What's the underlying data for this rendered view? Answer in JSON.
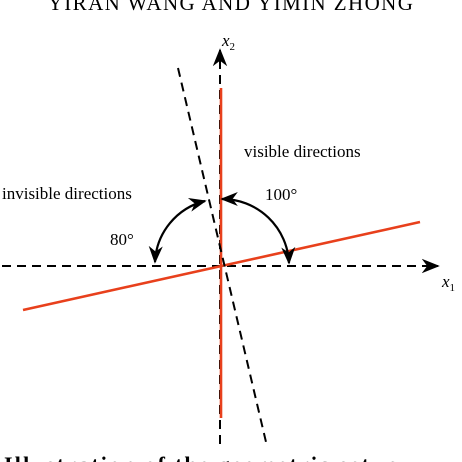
{
  "header": {
    "running_head": "YIRAN WANG AND YIMIN ZHONG"
  },
  "figure": {
    "axis_x_label": "x",
    "axis_x_sub": "1",
    "axis_y_label": "x",
    "axis_y_sub": "2",
    "visible_label": "visible directions",
    "invisible_label": "invisible directions",
    "angle_invisible": "80°",
    "angle_visible": "100°",
    "colors": {
      "boundary_line": "#e8401c",
      "axes": "#000000",
      "dashed_line": "#000000"
    }
  },
  "caption": {
    "text": "Illustration of the geometric setup"
  }
}
